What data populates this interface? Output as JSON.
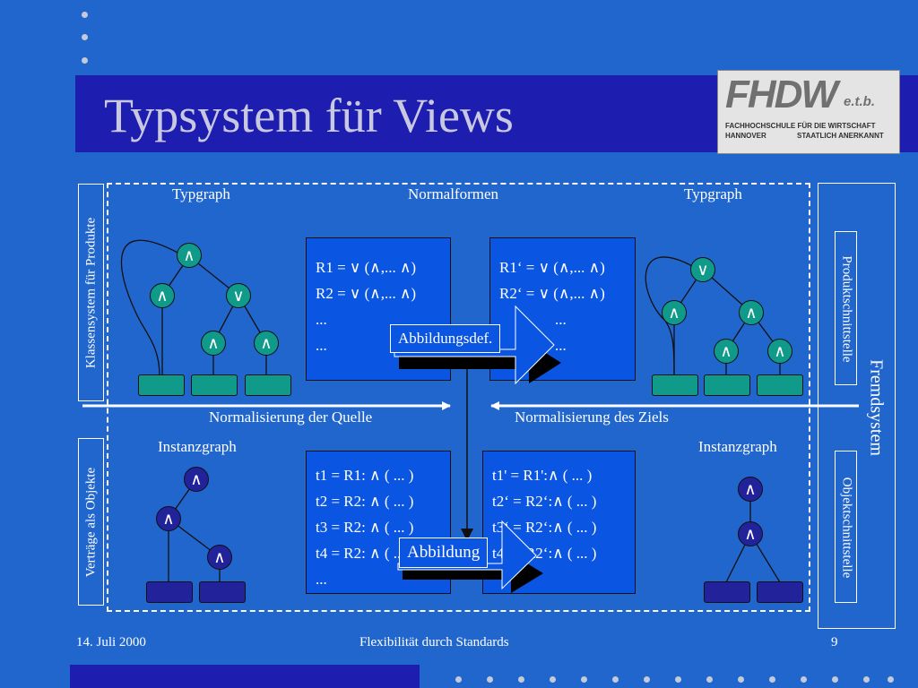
{
  "slide": {
    "title": "Typsystem für Views",
    "colors": {
      "background": "#2166cc",
      "title_bar": "#1d1db0",
      "type_node": "#0f9a8a",
      "instance_node": "#22229a",
      "rule_box": "#0a55e2"
    }
  },
  "logo": {
    "main": "FHDW",
    "suffix": "e.t.b.",
    "line1": "FACHHOCHSCHULE FÜR DIE WIRTSCHAFT",
    "line2a": "HANNOVER",
    "line2b": "STAATLICH ANERKANNT"
  },
  "left_labels": {
    "classes": "Klassensystem für Produkte",
    "contracts": "Verträge als Objekte"
  },
  "right_labels": {
    "product_interface": "Produktschnittstelle",
    "object_interface": "Objektschnittstelle",
    "foreign": "Fremdsystem"
  },
  "headers": {
    "typgraph_left": "Typgraph",
    "normalformen": "Normalformen",
    "typgraph_right": "Typgraph",
    "instanz_left": "Instanzgraph",
    "instanz_right": "Instanzgraph"
  },
  "normalisation": {
    "source": "Normalisierung der Quelle",
    "target": "Normalisierung des Ziels"
  },
  "normal_forms": {
    "source": [
      "R1 = ∨ (∧,... ∧)",
      "R2 = ∨ (∧,... ∧)",
      "...",
      "..."
    ],
    "target": [
      "R1‘ = ∨ (∧,... ∧)",
      "R2‘ = ∨ (∧,... ∧)",
      "...",
      "..."
    ]
  },
  "instances": {
    "source": [
      "t1 = R1: ∧ ( ... )",
      "t2 = R2: ∧ ( ... )",
      "t3 = R2: ∧ ( ... )",
      "t4 = R2: ∧ ( ... )",
      "..."
    ],
    "target": [
      "t1' = R1':∧ ( ... )",
      "t2‘ = R2‘:∧ ( ... )",
      "t3‘ = R2‘:∧ ( ... )",
      "t4‘ = R2‘:∧ ( ... )"
    ]
  },
  "callouts": {
    "mapping_def": "Abbildungsdef.",
    "mapping": "Abbildung"
  },
  "graph_symbols": {
    "and": "∧",
    "or": "∨"
  },
  "footer": {
    "date": "14. Juli 2000",
    "center": "Flexibilität durch Standards",
    "page": "9"
  }
}
